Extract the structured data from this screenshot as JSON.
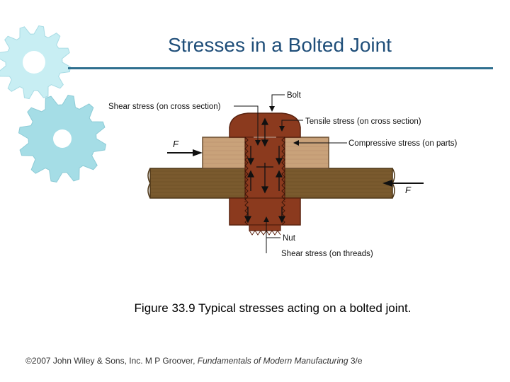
{
  "slide": {
    "title": "Stresses in a Bolted Joint",
    "caption": "Figure 33.9  Typical stresses acting on a bolted joint.",
    "footer": {
      "prefix": "©2007 John Wiley & Sons, Inc.  M P Groover, ",
      "book": "Fundamentals of Modern Manufacturing",
      "suffix": " 3/e"
    }
  },
  "diagram": {
    "labels": {
      "bolt": "Bolt",
      "shear_cross": "Shear stress (on cross section)",
      "tensile": "Tensile stress (on cross section)",
      "compressive": "Compressive stress (on parts)",
      "nut": "Nut",
      "shear_threads": "Shear stress (on threads)",
      "force_left": "F",
      "force_right": "F"
    }
  },
  "colors": {
    "title": "#1f4e79",
    "rule": "#2f6f8f",
    "bolt": "#8b3a1e",
    "part_top": "#c9a27a",
    "part_bottom": "#7a5a2e",
    "gear": "#a8e0ea"
  }
}
